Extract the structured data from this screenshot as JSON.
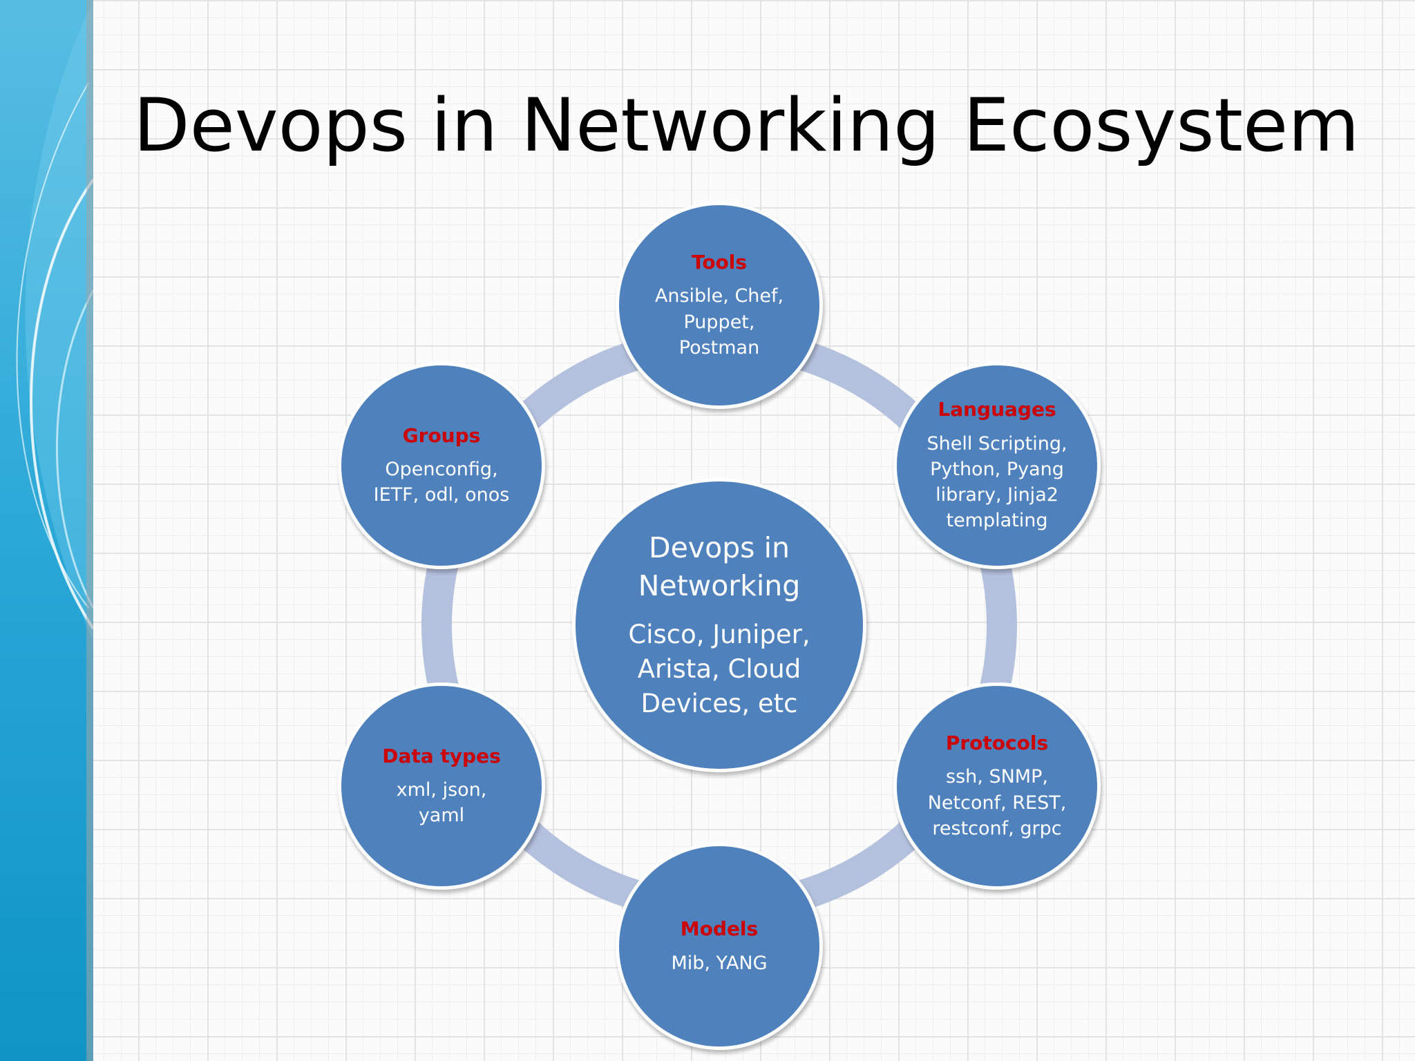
{
  "slide": {
    "title": "Devops in Networking Ecosystem"
  },
  "center": {
    "heading": "Devops in\nNetworking",
    "body": "Cisco, Juniper,\nArista, Cloud\nDevices, etc"
  },
  "nodes": [
    {
      "heading": "Tools",
      "body": "Ansible, Chef,\nPuppet,\nPostman"
    },
    {
      "heading": "Languages",
      "body": "Shell Scripting,\nPython, Pyang\nlibrary, Jinja2\ntemplating"
    },
    {
      "heading": "Protocols",
      "body": "ssh, SNMP,\nNetconf, REST,\nrestconf, grpc"
    },
    {
      "heading": "Models",
      "body": "Mib, YANG"
    },
    {
      "heading": "Data types",
      "body": "xml, json,\nyaml"
    },
    {
      "heading": "Groups",
      "body": "Openconfig,\nIETF, odl, onos"
    }
  ],
  "colors": {
    "node_fill": "#4f81bd",
    "heading_text": "#cc0000",
    "body_text": "#ffffff",
    "ring": "#b4c1de",
    "band_primary": "#1aa3d3"
  }
}
